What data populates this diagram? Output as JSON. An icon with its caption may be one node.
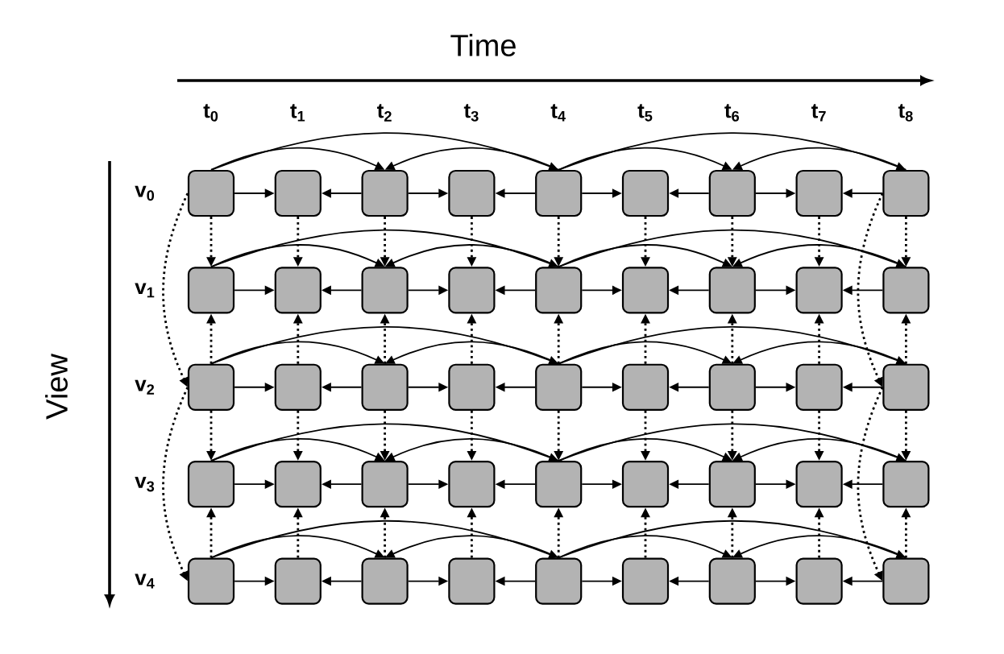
{
  "diagram": {
    "nodes": [
      {
        "text": [],
        "shape": "box"
      },
      {
        "text": [],
        "shape": "box"
      },
      {
        "text": [],
        "shape": "box"
      },
      {
        "text": [],
        "shape": "box"
      },
      {
        "text": [],
        "shape": "box"
      },
      {
        "text": [],
        "shape": "box"
      },
      {
        "text": [],
        "shape": "box"
      },
      {
        "text": [],
        "shape": "box"
      },
      {
        "text": [],
        "shape": "box"
      },
      {
        "text": [],
        "shape": "box"
      },
      {
        "text": [],
        "shape": "box"
      },
      {
        "text": [],
        "shape": "box"
      },
      {
        "text": [],
        "shape": "box"
      },
      {
        "text": [],
        "shape": "box"
      },
      {
        "text": [],
        "shape": "box"
      },
      {
        "text": [],
        "shape": "box"
      },
      {
        "text": [],
        "shape": "box"
      },
      {
        "text": [],
        "shape": "box"
      },
      {
        "text": [],
        "shape": "box"
      },
      {
        "text": [],
        "shape": "box"
      },
      {
        "text": [],
        "shape": "box"
      },
      {
        "text": [],
        "shape": "box"
      },
      {
        "text": [],
        "shape": "box"
      },
      {
        "text": [],
        "shape": "box"
      },
      {
        "text": [],
        "shape": "box"
      },
      {
        "text": [],
        "shape": "box"
      },
      {
        "text": [],
        "shape": "box"
      },
      {
        "text": [],
        "shape": "box"
      },
      {
        "text": [],
        "shape": "box"
      },
      {
        "text": [],
        "shape": "box"
      },
      {
        "text": [],
        "shape": "box"
      },
      {
        "text": [],
        "shape": "box"
      },
      {
        "text": [],
        "shape": "box"
      },
      {
        "text": [],
        "shape": "box"
      },
      {
        "text": [],
        "shape": "box"
      },
      {
        "text": [],
        "shape": "box"
      },
      {
        "text": [],
        "shape": "box"
      },
      {
        "text": [],
        "shape": "box"
      },
      {
        "text": [],
        "shape": "box"
      },
      {
        "text": [],
        "shape": "box"
      },
      {
        "text": [],
        "shape": "box"
      },
      {
        "text": [],
        "shape": "box"
      },
      {
        "text": [],
        "shape": "box"
      },
      {
        "text": [],
        "shape": "box"
      },
      {
        "text": [],
        "shape": "box"
      }
    ],
    "edges": [
      {
        "from": 0,
        "to": 1,
        "arrow": "to"
      },
      {
        "from": 2,
        "to": 1,
        "arrow": "to"
      },
      {
        "from": 2,
        "to": 3,
        "arrow": "to"
      },
      {
        "from": 4,
        "to": 3,
        "arrow": "to"
      },
      {
        "from": 4,
        "to": 5,
        "arrow": "to"
      },
      {
        "from": 6,
        "to": 5,
        "arrow": "to"
      },
      {
        "from": 6,
        "to": 7,
        "arrow": "to"
      },
      {
        "from": 8,
        "to": 7,
        "arrow": "to"
      },
      {
        "from": 0,
        "to": 4,
        "arrow": "to"
      },
      {
        "from": 0,
        "to": 2,
        "arrow": "to"
      },
      {
        "from": 4,
        "to": 2,
        "arrow": "to"
      },
      {
        "from": 4,
        "to": 8,
        "arrow": "to"
      },
      {
        "from": 4,
        "to": 6,
        "arrow": "to"
      },
      {
        "from": 8,
        "to": 6,
        "arrow": "to"
      },
      {
        "from": 9,
        "to": 10,
        "arrow": "to"
      },
      {
        "from": 11,
        "to": 10,
        "arrow": "to"
      },
      {
        "from": 11,
        "to": 12,
        "arrow": "to"
      },
      {
        "from": 13,
        "to": 12,
        "arrow": "to"
      },
      {
        "from": 13,
        "to": 14,
        "arrow": "to"
      },
      {
        "from": 15,
        "to": 14,
        "arrow": "to"
      },
      {
        "from": 15,
        "to": 16,
        "arrow": "to"
      },
      {
        "from": 17,
        "to": 16,
        "arrow": "to"
      },
      {
        "from": 9,
        "to": 13,
        "arrow": "to"
      },
      {
        "from": 9,
        "to": 11,
        "arrow": "to"
      },
      {
        "from": 13,
        "to": 11,
        "arrow": "to"
      },
      {
        "from": 13,
        "to": 17,
        "arrow": "to"
      },
      {
        "from": 13,
        "to": 15,
        "arrow": "to"
      },
      {
        "from": 17,
        "to": 15,
        "arrow": "to"
      },
      {
        "from": 18,
        "to": 19,
        "arrow": "to"
      },
      {
        "from": 20,
        "to": 19,
        "arrow": "to"
      },
      {
        "from": 20,
        "to": 21,
        "arrow": "to"
      },
      {
        "from": 22,
        "to": 21,
        "arrow": "to"
      },
      {
        "from": 22,
        "to": 23,
        "arrow": "to"
      },
      {
        "from": 24,
        "to": 23,
        "arrow": "to"
      },
      {
        "from": 24,
        "to": 25,
        "arrow": "to"
      },
      {
        "from": 26,
        "to": 25,
        "arrow": "to"
      },
      {
        "from": 18,
        "to": 22,
        "arrow": "to"
      },
      {
        "from": 18,
        "to": 20,
        "arrow": "to"
      },
      {
        "from": 22,
        "to": 20,
        "arrow": "to"
      },
      {
        "from": 22,
        "to": 26,
        "arrow": "to"
      },
      {
        "from": 22,
        "to": 24,
        "arrow": "to"
      },
      {
        "from": 26,
        "to": 24,
        "arrow": "to"
      },
      {
        "from": 27,
        "to": 28,
        "arrow": "to"
      },
      {
        "from": 29,
        "to": 28,
        "arrow": "to"
      },
      {
        "from": 29,
        "to": 30,
        "arrow": "to"
      },
      {
        "from": 31,
        "to": 30,
        "arrow": "to"
      },
      {
        "from": 31,
        "to": 32,
        "arrow": "to"
      },
      {
        "from": 33,
        "to": 32,
        "arrow": "to"
      },
      {
        "from": 33,
        "to": 34,
        "arrow": "to"
      },
      {
        "from": 35,
        "to": 34,
        "arrow": "to"
      },
      {
        "from": 27,
        "to": 31,
        "arrow": "to"
      },
      {
        "from": 27,
        "to": 29,
        "arrow": "to"
      },
      {
        "from": 31,
        "to": 29,
        "arrow": "to"
      },
      {
        "from": 31,
        "to": 35,
        "arrow": "to"
      },
      {
        "from": 31,
        "to": 33,
        "arrow": "to"
      },
      {
        "from": 35,
        "to": 33,
        "arrow": "to"
      },
      {
        "from": 36,
        "to": 37,
        "arrow": "to"
      },
      {
        "from": 38,
        "to": 37,
        "arrow": "to"
      },
      {
        "from": 38,
        "to": 39,
        "arrow": "to"
      },
      {
        "from": 40,
        "to": 39,
        "arrow": "to"
      },
      {
        "from": 40,
        "to": 41,
        "arrow": "to"
      },
      {
        "from": 42,
        "to": 41,
        "arrow": "to"
      },
      {
        "from": 42,
        "to": 43,
        "arrow": "to"
      },
      {
        "from": 44,
        "to": 43,
        "arrow": "to"
      },
      {
        "from": 36,
        "to": 40,
        "arrow": "to"
      },
      {
        "from": 36,
        "to": 38,
        "arrow": "to"
      },
      {
        "from": 40,
        "to": 38,
        "arrow": "to"
      },
      {
        "from": 40,
        "to": 44,
        "arrow": "to"
      },
      {
        "from": 40,
        "to": 42,
        "arrow": "to"
      },
      {
        "from": 44,
        "to": 42,
        "arrow": "to"
      },
      {
        "from": 0,
        "to": 9,
        "arrow": "to",
        "style": "dashed"
      },
      {
        "from": 1,
        "to": 10,
        "arrow": "to",
        "style": "dashed"
      },
      {
        "from": 2,
        "to": 11,
        "arrow": "to",
        "style": "dashed"
      },
      {
        "from": 3,
        "to": 12,
        "arrow": "to",
        "style": "dashed"
      },
      {
        "from": 4,
        "to": 13,
        "arrow": "to",
        "style": "dashed"
      },
      {
        "from": 5,
        "to": 14,
        "arrow": "to",
        "style": "dashed"
      },
      {
        "from": 6,
        "to": 15,
        "arrow": "to",
        "style": "dashed"
      },
      {
        "from": 7,
        "to": 16,
        "arrow": "to",
        "style": "dashed"
      },
      {
        "from": 8,
        "to": 17,
        "arrow": "to",
        "style": "dashed"
      },
      {
        "from": 18,
        "to": 9,
        "arrow": "to",
        "style": "dashed"
      },
      {
        "from": 19,
        "to": 10,
        "arrow": "to",
        "style": "dashed"
      },
      {
        "from": 20,
        "to": 11,
        "arrow": "to",
        "style": "dashed"
      },
      {
        "from": 21,
        "to": 12,
        "arrow": "to",
        "style": "dashed"
      },
      {
        "from": 22,
        "to": 13,
        "arrow": "to",
        "style": "dashed"
      },
      {
        "from": 23,
        "to": 14,
        "arrow": "to",
        "style": "dashed"
      },
      {
        "from": 24,
        "to": 15,
        "arrow": "to",
        "style": "dashed"
      },
      {
        "from": 25,
        "to": 16,
        "arrow": "to",
        "style": "dashed"
      },
      {
        "from": 26,
        "to": 17,
        "arrow": "to",
        "style": "dashed"
      },
      {
        "from": 18,
        "to": 27,
        "arrow": "to",
        "style": "dashed"
      },
      {
        "from": 19,
        "to": 28,
        "arrow": "to",
        "style": "dashed"
      },
      {
        "from": 20,
        "to": 29,
        "arrow": "to",
        "style": "dashed"
      },
      {
        "from": 21,
        "to": 30,
        "arrow": "to",
        "style": "dashed"
      },
      {
        "from": 22,
        "to": 31,
        "arrow": "to",
        "style": "dashed"
      },
      {
        "from": 23,
        "to": 32,
        "arrow": "to",
        "style": "dashed"
      },
      {
        "from": 24,
        "to": 33,
        "arrow": "to",
        "style": "dashed"
      },
      {
        "from": 25,
        "to": 34,
        "arrow": "to",
        "style": "dashed"
      },
      {
        "from": 26,
        "to": 35,
        "arrow": "to",
        "style": "dashed"
      },
      {
        "from": 36,
        "to": 27,
        "arrow": "to",
        "style": "dashed"
      },
      {
        "from": 37,
        "to": 28,
        "arrow": "to",
        "style": "dashed"
      },
      {
        "from": 38,
        "to": 29,
        "arrow": "to",
        "style": "dashed"
      },
      {
        "from": 39,
        "to": 30,
        "arrow": "to",
        "style": "dashed"
      },
      {
        "from": 40,
        "to": 31,
        "arrow": "to",
        "style": "dashed"
      },
      {
        "from": 41,
        "to": 32,
        "arrow": "to",
        "style": "dashed"
      },
      {
        "from": 42,
        "to": 33,
        "arrow": "to",
        "style": "dashed"
      },
      {
        "from": 43,
        "to": 34,
        "arrow": "to",
        "style": "dashed"
      },
      {
        "from": 44,
        "to": 35,
        "arrow": "to",
        "style": "dashed"
      },
      {
        "from": 0,
        "to": 18,
        "arrow": "to",
        "style": "dashed"
      },
      {
        "from": 18,
        "to": 36,
        "arrow": "to",
        "style": "dashed"
      },
      {
        "from": 8,
        "to": 26,
        "arrow": "to",
        "style": "dashed"
      },
      {
        "from": 26,
        "to": 44,
        "arrow": "to",
        "style": "dashed"
      }
    ],
    "labels": [
      "Time",
      "t$_{0}$",
      "t$_{1}$",
      "t$_{2}$",
      "t$_{3}$",
      "t$_{4}$",
      "t$_{5}$",
      "t$_{6}$",
      "t$_{7}$",
      "t$_{8}$",
      "View",
      "v$_{0}$",
      "v$_{1}$",
      "v$_{2}$",
      "v$_{3}$",
      "v$_{4}$"
    ]
  }
}
